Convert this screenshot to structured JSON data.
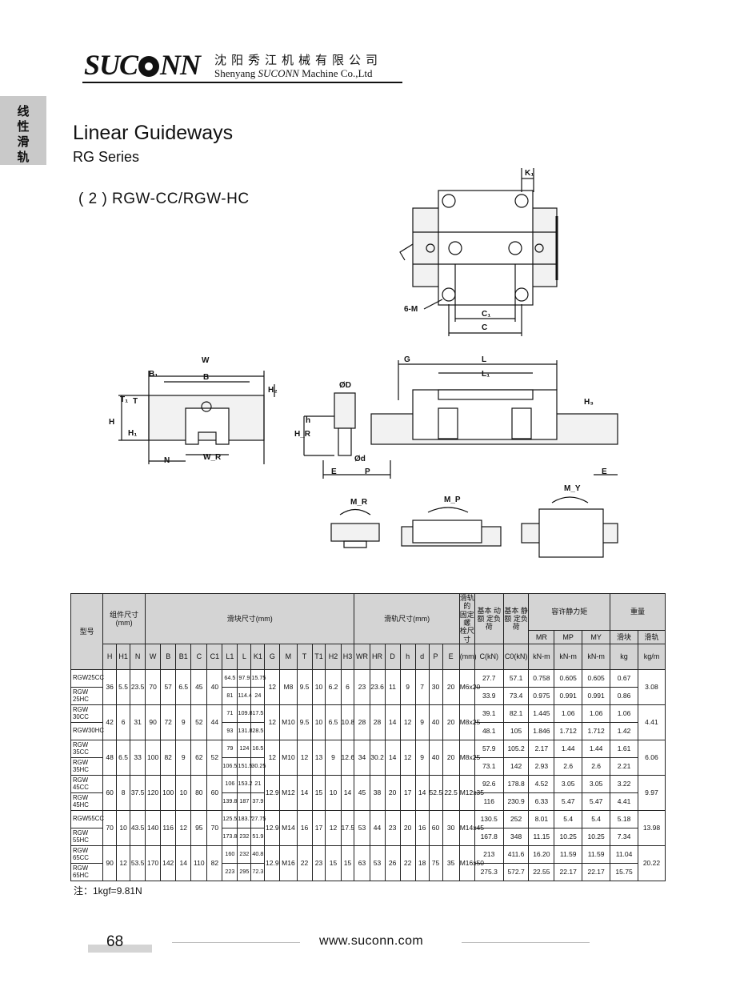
{
  "header": {
    "logo_left": "SUC",
    "logo_right": "NN",
    "company_cn": "沈阳秀江机械有限公司",
    "company_en_a": "Shenyang",
    "company_en_brand": "SUCONN",
    "company_en_b": "Machine Co.,Ltd"
  },
  "side_tab": "线性滑轨",
  "title": "Linear Guideways",
  "subtitle": "RG Series",
  "section": "( 2 ) RGW-CC/RGW-HC",
  "drawing_labels": {
    "K1": "K₁",
    "sixM": "6-M",
    "C1": "C₁",
    "C": "C",
    "W": "W",
    "B1": "B₁",
    "B": "B",
    "H2": "H₂",
    "T1": "T₁",
    "T": "T",
    "H": "H",
    "H1": "H₁",
    "N": "N",
    "WR": "W_R",
    "phiD": "ØD",
    "h": "h",
    "HR": "H_R",
    "phid": "Ød",
    "E": "E",
    "P": "P",
    "G": "G",
    "L": "L",
    "L1": "L₁",
    "H3": "H₃",
    "MR": "M_R",
    "MP": "M_P",
    "MY": "M_Y"
  },
  "table": {
    "group_headers": {
      "model": "型号",
      "assembly": "组件尺寸 (mm)",
      "block": "滑块尺寸(mm)",
      "rail": "滑轨尺寸(mm)",
      "bolt": "滑轨的 固定螺 栓尺寸",
      "dyn": "基本 动额 定负荷",
      "stat": "基本 静额 定负荷",
      "moment": "容许静力矩",
      "weight": "重量"
    },
    "columns": [
      "H",
      "H1",
      "N",
      "W",
      "B",
      "B1",
      "C",
      "C1",
      "L1",
      "L",
      "K1",
      "G",
      "M",
      "T",
      "T1",
      "H2",
      "H3",
      "WR",
      "HR",
      "D",
      "h",
      "d",
      "P",
      "E"
    ],
    "unit_row": {
      "bolt": "(mm)",
      "C": "C(kN)",
      "C0": "C0(kN)",
      "MR": "kN-m",
      "MP": "kN-m",
      "MY": "kN-m",
      "block": "kg",
      "rail": "kg/m"
    },
    "moment_cols": [
      "MR",
      "MP",
      "MY"
    ],
    "weight_cols": [
      "滑块",
      "滑轨"
    ],
    "groups": [
      {
        "models": [
          "RGW25CC",
          "RGW 25HC"
        ],
        "H": "36",
        "H1": "5.5",
        "N": "23.5",
        "W": "70",
        "B": "57",
        "B1": "6.5",
        "C": "45",
        "C1": "40",
        "L1": [
          "64.5",
          "81"
        ],
        "L": [
          "97.9",
          "114.4"
        ],
        "K1": [
          "15.75",
          "24"
        ],
        "G": "12",
        "M": "M8",
        "T": "9.5",
        "T1": "10",
        "H2": "6.2",
        "H3": "6",
        "WR": "23",
        "HR": "23.6",
        "D": "11",
        "h": "9",
        "d": "7",
        "P": "30",
        "E": "20",
        "bolt": "M6x20",
        "Cdyn": [
          "27.7",
          "33.9"
        ],
        "C0": [
          "57.1",
          "73.4"
        ],
        "MR": [
          "0.758",
          "0.975"
        ],
        "MP": [
          "0.605",
          "0.991"
        ],
        "MY": [
          "0.605",
          "0.991"
        ],
        "wblock": [
          "0.67",
          "0.86"
        ],
        "wrail": "3.08"
      },
      {
        "models": [
          "RGW 30CC",
          "RGW30HC"
        ],
        "H": "42",
        "H1": "6",
        "N": "31",
        "W": "90",
        "B": "72",
        "B1": "9",
        "C": "52",
        "C1": "44",
        "L1": [
          "71",
          "93"
        ],
        "L": [
          "109.8",
          "131.8"
        ],
        "K1": [
          "17.5",
          "28.5"
        ],
        "G": "12",
        "M": "M10",
        "T": "9.5",
        "T1": "10",
        "H2": "6.5",
        "H3": "10.8",
        "WR": "28",
        "HR": "28",
        "D": "14",
        "h": "12",
        "d": "9",
        "P": "40",
        "E": "20",
        "bolt": "M8x25",
        "Cdyn": [
          "39.1",
          "48.1"
        ],
        "C0": [
          "82.1",
          "105"
        ],
        "MR": [
          "1.445",
          "1.846"
        ],
        "MP": [
          "1.06",
          "1.712"
        ],
        "MY": [
          "1.06",
          "1.712"
        ],
        "wblock": [
          "1.06",
          "1.42"
        ],
        "wrail": "4.41"
      },
      {
        "models": [
          "RGW 35CC",
          "RGW 35HC"
        ],
        "H": "48",
        "H1": "6.5",
        "N": "33",
        "W": "100",
        "B": "82",
        "B1": "9",
        "C": "62",
        "C1": "52",
        "L1": [
          "79",
          "106.5"
        ],
        "L": [
          "124",
          "151.5"
        ],
        "K1": [
          "16.5",
          "30.25"
        ],
        "G": "12",
        "M": "M10",
        "T": "12",
        "T1": "13",
        "H2": "9",
        "H3": "12.6",
        "WR": "34",
        "HR": "30.2",
        "D": "14",
        "h": "12",
        "d": "9",
        "P": "40",
        "E": "20",
        "bolt": "M8x25",
        "Cdyn": [
          "57.9",
          "73.1"
        ],
        "C0": [
          "105.2",
          "142"
        ],
        "MR": [
          "2.17",
          "2.93"
        ],
        "MP": [
          "1.44",
          "2.6"
        ],
        "MY": [
          "1.44",
          "2.6"
        ],
        "wblock": [
          "1.61",
          "2.21"
        ],
        "wrail": "6.06"
      },
      {
        "models": [
          "RGW 45CC",
          "RGW 45HC"
        ],
        "H": "60",
        "H1": "8",
        "N": "37.5",
        "W": "120",
        "B": "100",
        "B1": "10",
        "C": "80",
        "C1": "60",
        "L1": [
          "106",
          "139.8"
        ],
        "L": [
          "153.2",
          "187"
        ],
        "K1": [
          "21",
          "37.9"
        ],
        "G": "12.9",
        "M": "M12",
        "T": "14",
        "T1": "15",
        "H2": "10",
        "H3": "14",
        "WR": "45",
        "HR": "38",
        "D": "20",
        "h": "17",
        "d": "14",
        "P": "52.5",
        "E": "22.5",
        "bolt": "M12x35",
        "Cdyn": [
          "92.6",
          "116"
        ],
        "C0": [
          "178.8",
          "230.9"
        ],
        "MR": [
          "4.52",
          "6.33"
        ],
        "MP": [
          "3.05",
          "5.47"
        ],
        "MY": [
          "3.05",
          "5.47"
        ],
        "wblock": [
          "3.22",
          "4.41"
        ],
        "wrail": "9.97"
      },
      {
        "models": [
          "RGW55CC",
          "RGW 55HC"
        ],
        "H": "70",
        "H1": "10",
        "N": "43.5",
        "W": "140",
        "B": "116",
        "B1": "12",
        "C": "95",
        "C1": "70",
        "L1": [
          "125.5",
          "173.8"
        ],
        "L": [
          "183.7",
          "232"
        ],
        "K1": [
          "27.75",
          "51.9"
        ],
        "G": "12.9",
        "M": "M14",
        "T": "16",
        "T1": "17",
        "H2": "12",
        "H3": "17.5",
        "WR": "53",
        "HR": "44",
        "D": "23",
        "h": "20",
        "d": "16",
        "P": "60",
        "E": "30",
        "bolt": "M14x45",
        "Cdyn": [
          "130.5",
          "167.8"
        ],
        "C0": [
          "252",
          "348"
        ],
        "MR": [
          "8.01",
          "11.15"
        ],
        "MP": [
          "5.4",
          "10.25"
        ],
        "MY": [
          "5.4",
          "10.25"
        ],
        "wblock": [
          "5.18",
          "7.34"
        ],
        "wrail": "13.98"
      },
      {
        "models": [
          "RGW 65CC",
          "RGW 65HC"
        ],
        "H": "90",
        "H1": "12",
        "N": "53.5",
        "W": "170",
        "B": "142",
        "B1": "14",
        "C": "110",
        "C1": "82",
        "L1": [
          "160",
          "223"
        ],
        "L": [
          "232",
          "295"
        ],
        "K1": [
          "40.8",
          "72.3"
        ],
        "G": "12.9",
        "M": "M16",
        "T": "22",
        "T1": "23",
        "H2": "15",
        "H3": "15",
        "WR": "63",
        "HR": "53",
        "D": "26",
        "h": "22",
        "d": "18",
        "P": "75",
        "E": "35",
        "bolt": "M16x50",
        "Cdyn": [
          "213",
          "275.3"
        ],
        "C0": [
          "411.6",
          "572.7"
        ],
        "MR": [
          "16.20",
          "22.55"
        ],
        "MP": [
          "11.59",
          "22.17"
        ],
        "MY": [
          "11.59",
          "22.17"
        ],
        "wblock": [
          "11.04",
          "15.75"
        ],
        "wrail": "20.22"
      }
    ]
  },
  "note": "注：1kgf=9.81N",
  "footer": {
    "page": "68",
    "url": "www.suconn.com"
  }
}
